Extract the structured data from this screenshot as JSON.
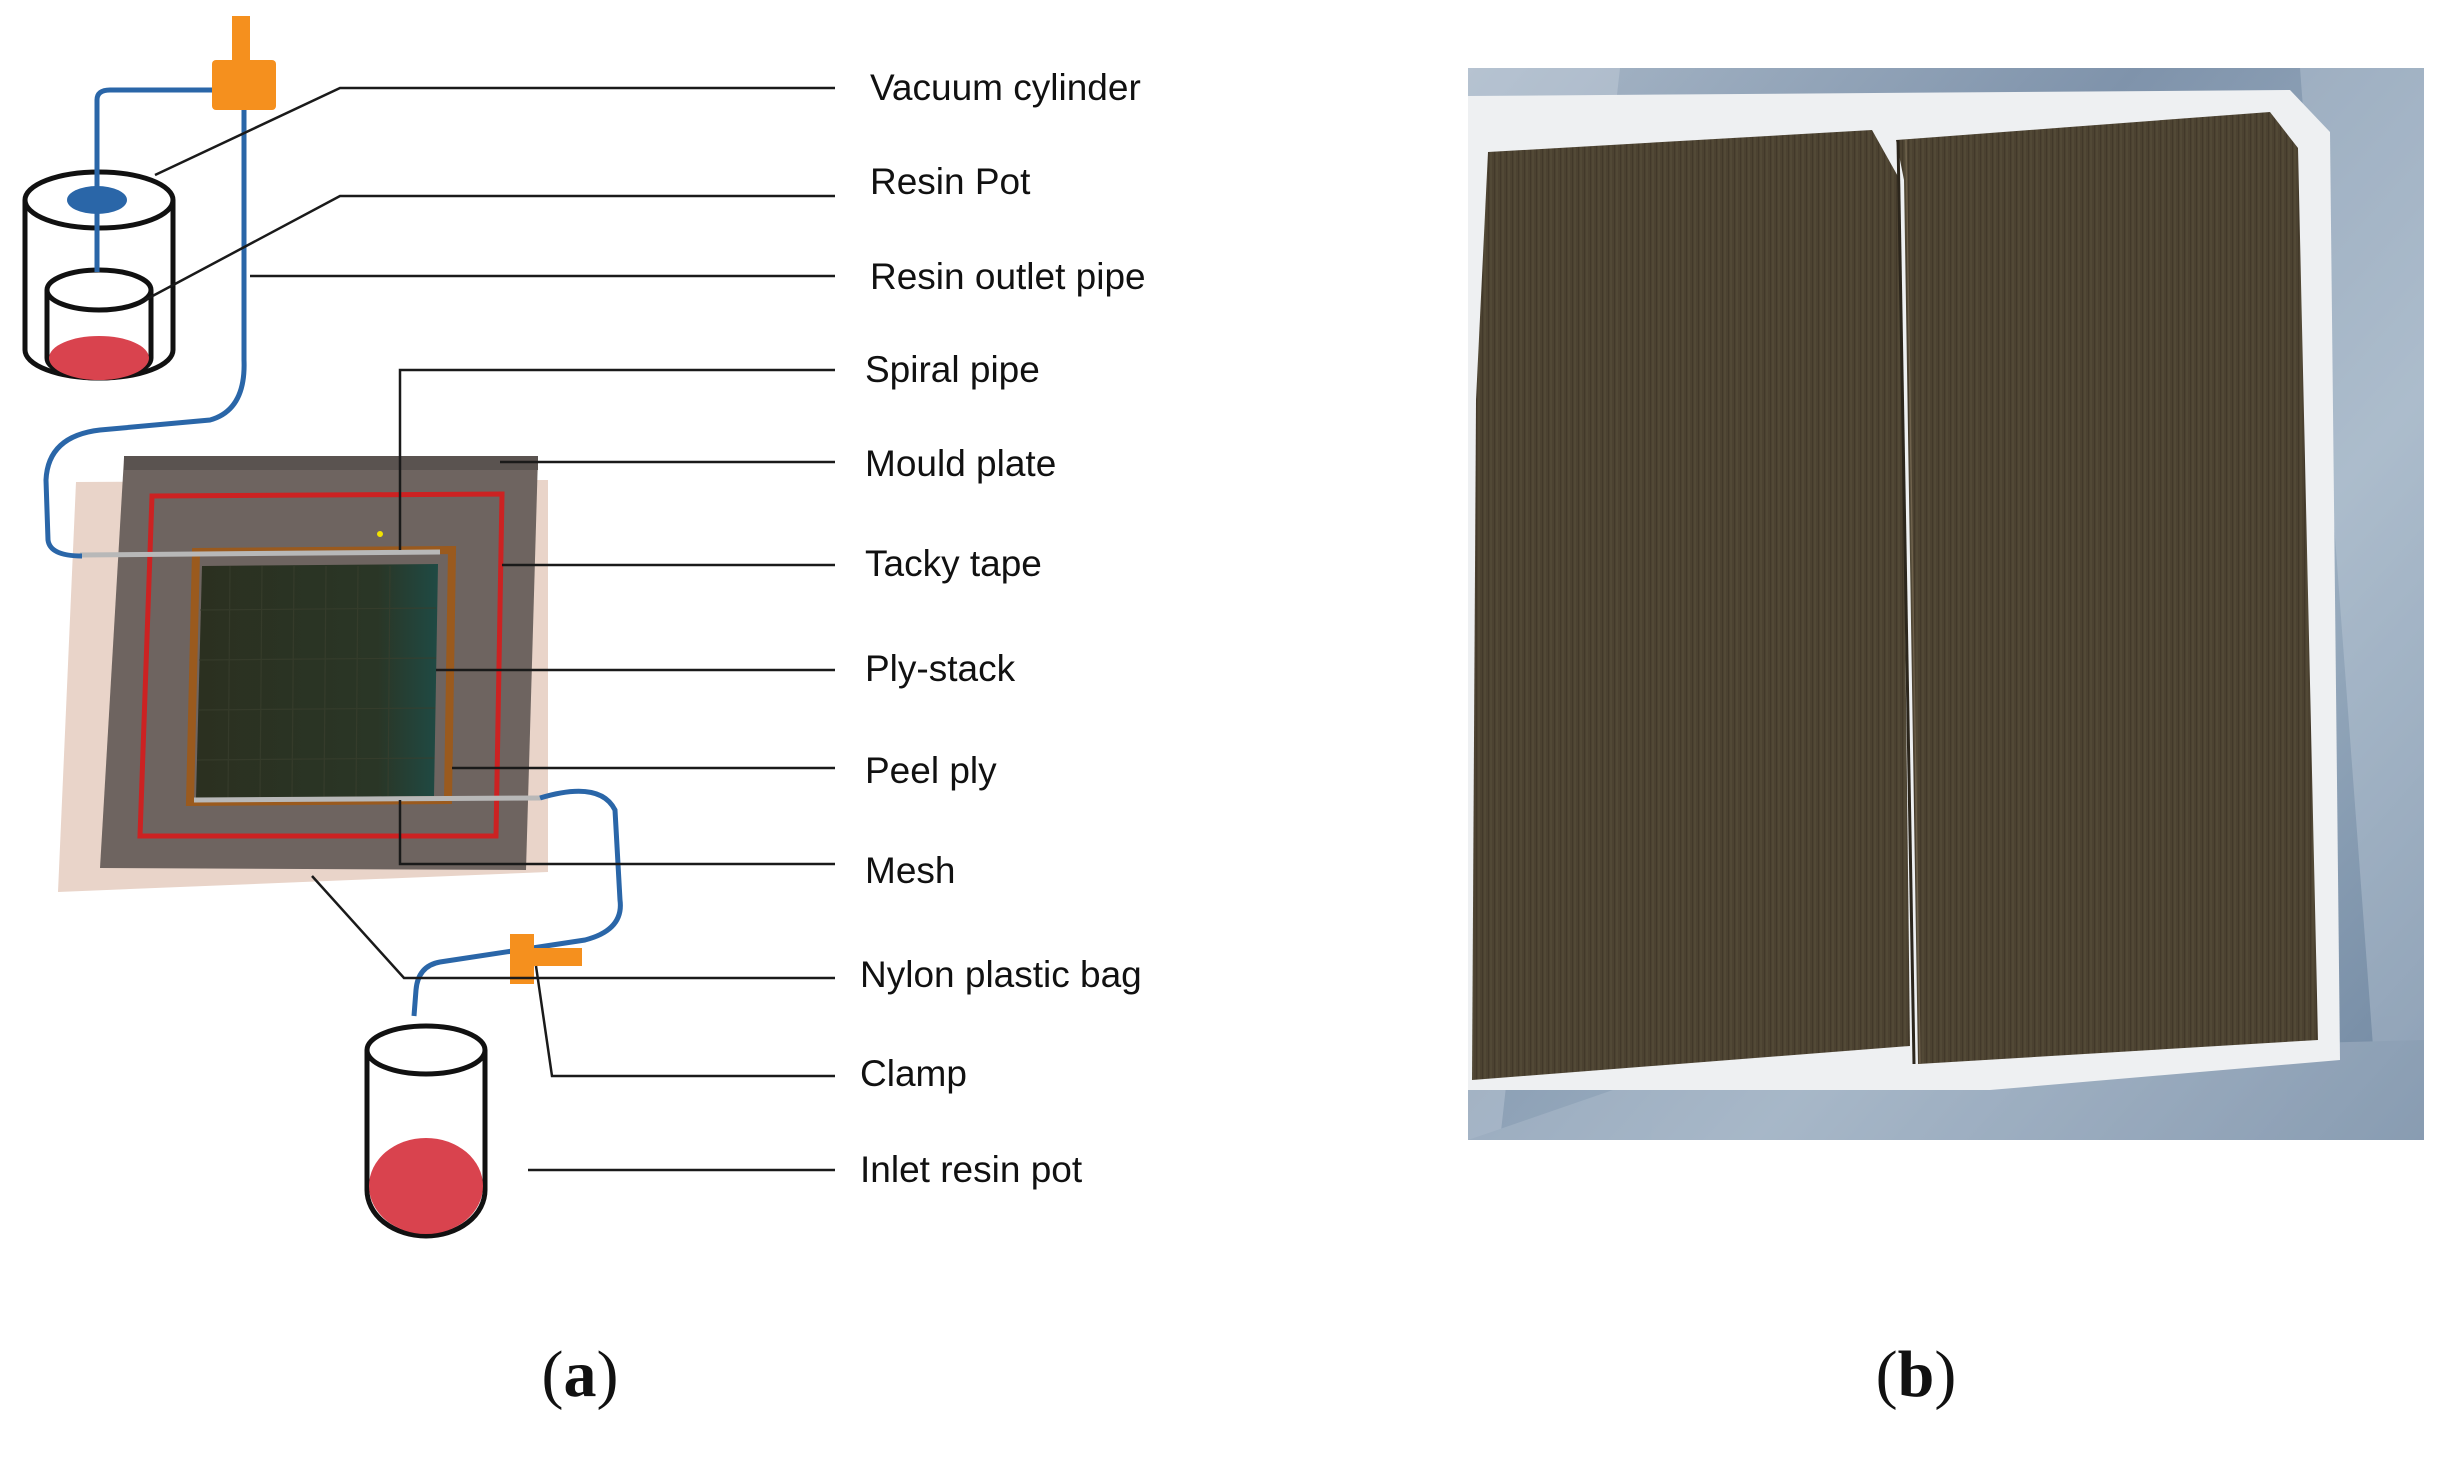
{
  "panel_a": {
    "labels": {
      "vacuum_cylinder": "Vacuum cylinder",
      "resin_pot": "Resin Pot",
      "resin_outlet_pipe": "Resin outlet pipe",
      "spiral_pipe": "Spiral pipe",
      "mould_plate": "Mould plate",
      "tacky_tape": "Tacky tape",
      "ply_stack": "Ply-stack",
      "peel_ply": "Peel ply",
      "mesh": "Mesh",
      "nylon_plastic_bag": "Nylon plastic bag",
      "clamp": "Clamp",
      "inlet_resin_pot": "Inlet resin pot"
    },
    "caption_letter": "a"
  },
  "panel_b": {
    "caption_letter": "b"
  },
  "colors": {
    "pipe": "#2a66a8",
    "clamp": "#f5901e",
    "resin": "#d9434e",
    "tacky_tape": "#cc2222",
    "mould_plate": "#6e6460",
    "nylon_bag": "#e8d2c8",
    "ply_stack": "#2a3a2a",
    "composite_panel": "#4a4030"
  }
}
